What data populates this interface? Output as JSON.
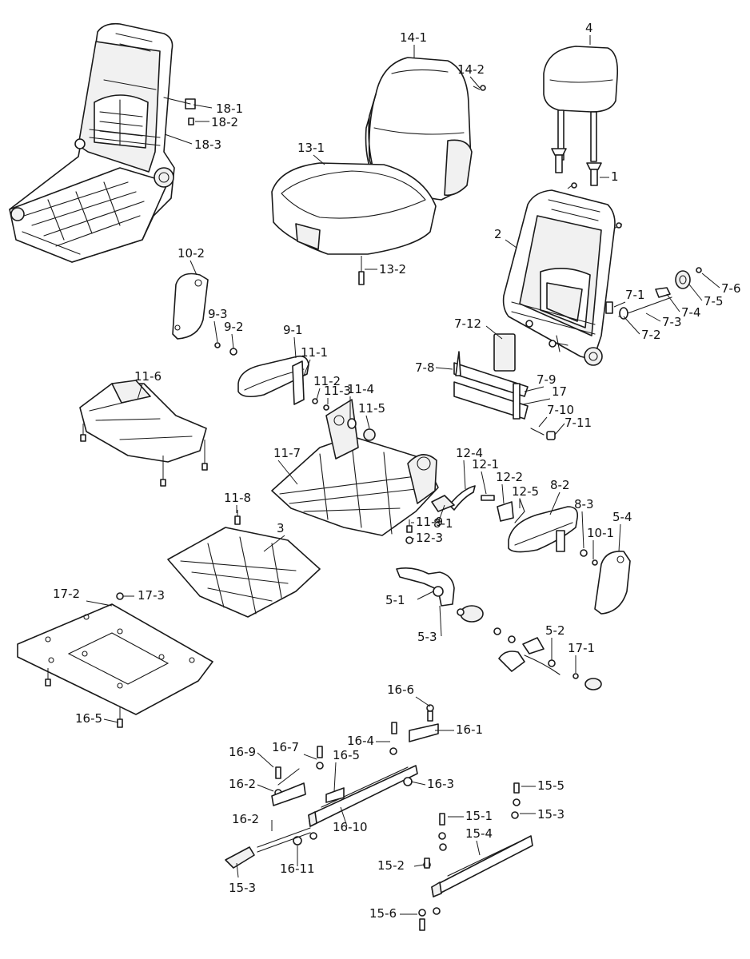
{
  "callouts": [
    "18-1",
    "18-2",
    "18-3",
    "14-1",
    "14-2",
    "13-1",
    "13-2",
    "4",
    "1",
    "2",
    "7-1",
    "7-2",
    "7-3",
    "7-4",
    "7-5",
    "7-6",
    "7-8",
    "7-9",
    "7-10",
    "7-11",
    "7-12",
    "17",
    "10-2",
    "9-3",
    "9-2",
    "9-1",
    "11-1",
    "11-2",
    "11-3",
    "11-4",
    "11-5",
    "11-6",
    "11-7",
    "11-8",
    "11-9",
    "12-3",
    "3",
    "12-4",
    "12-1",
    "12-2",
    "12-5",
    "8-1",
    "8-2",
    "8-3",
    "10-1",
    "5-4",
    "5-1",
    "5-3",
    "5-2",
    "17-1",
    "17-2",
    "17-3",
    "16-5",
    "16-6",
    "16-1",
    "16-4",
    "16-7",
    "16-5",
    "16-9",
    "16-2",
    "16-3",
    "16-10",
    "16-2",
    "16-11",
    "15-3",
    "15-5",
    "15-3",
    "15-1",
    "15-4",
    "15-2",
    "15-6"
  ]
}
